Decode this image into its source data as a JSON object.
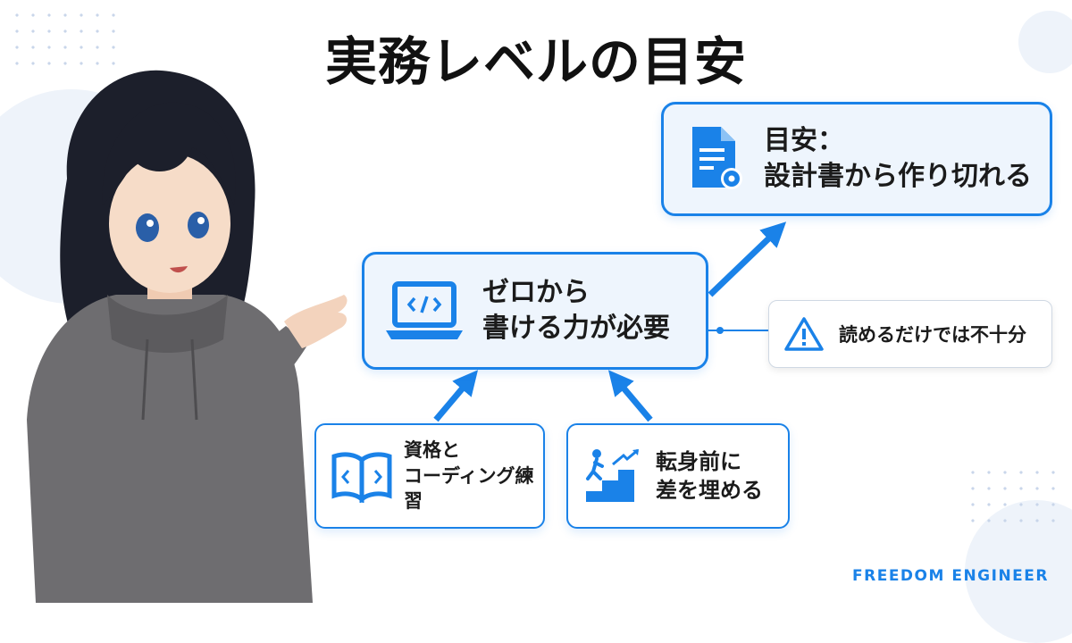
{
  "title": "実務レベルの目安",
  "goal": {
    "line1": "目安：",
    "line2": "設計書から作り切れる",
    "icon": "document-gear-icon"
  },
  "center": {
    "line1": "ゼロから",
    "line2": "書ける力が必要",
    "icon": "laptop-code-icon"
  },
  "warning": {
    "text": "読めるだけでは不十分",
    "icon": "warning-icon"
  },
  "left_input": {
    "line1": "資格と",
    "line2": "コーディング練習",
    "icon": "book-code-icon"
  },
  "right_input": {
    "line1": "転身前に",
    "line2": "差を埋める",
    "icon": "climbing-stairs-icon"
  },
  "footer": "FREEDOM ENGINEER",
  "colors": {
    "accent": "#1a82e8",
    "box_fill": "#eef5fd",
    "title": "#111111"
  }
}
